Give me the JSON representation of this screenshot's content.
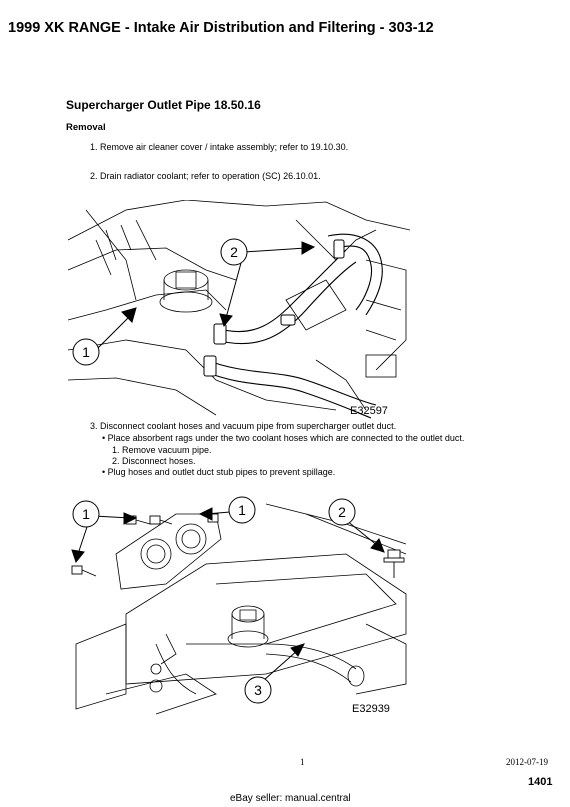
{
  "header": {
    "title": "1999 XK RANGE - Intake Air Distribution and Filtering - 303-12"
  },
  "section": {
    "title": "Supercharger Outlet Pipe 18.50.16",
    "subtitle": "Removal"
  },
  "steps": {
    "s1": "1. Remove air cleaner cover / intake assembly; refer to 19.10.30.",
    "s2": "2. Drain radiator coolant; refer to operation (SC) 26.10.01.",
    "s3": "3. Disconnect coolant hoses and vacuum pipe from supercharger outlet duct.",
    "b1": "• Place absorbent rags under the two coolant hoses which are connected to the outlet duct.",
    "sub1": "1. Remove vacuum pipe.",
    "sub2": "2. Disconnect hoses.",
    "b2": "• Plug hoses and outlet duct stub pipes to prevent spillage."
  },
  "figure1": {
    "code": "E32597",
    "callouts": [
      "1",
      "2"
    ]
  },
  "figure2": {
    "code": "E32939",
    "callouts": [
      "1",
      "1",
      "2",
      "3"
    ]
  },
  "footer": {
    "page": "1",
    "date": "2012-07-19",
    "page_number": "1401",
    "seller": "eBay seller: manual.central"
  }
}
